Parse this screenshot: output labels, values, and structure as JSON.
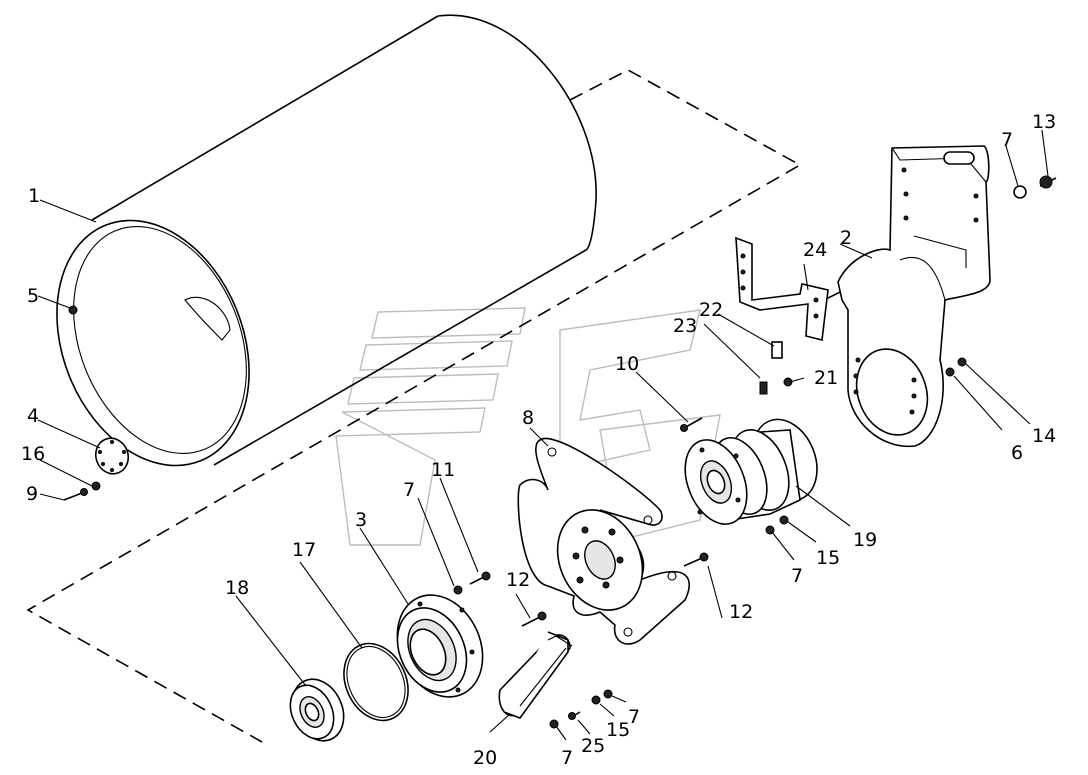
{
  "callouts": [
    "1",
    "2",
    "3",
    "4",
    "5",
    "6",
    "7",
    "8",
    "9",
    "10",
    "11",
    "12",
    "13",
    "14",
    "15",
    "16",
    "17",
    "18",
    "19",
    "20",
    "21",
    "22",
    "23",
    "24",
    "25"
  ],
  "watermark_icon": "faded-logo-watermark"
}
